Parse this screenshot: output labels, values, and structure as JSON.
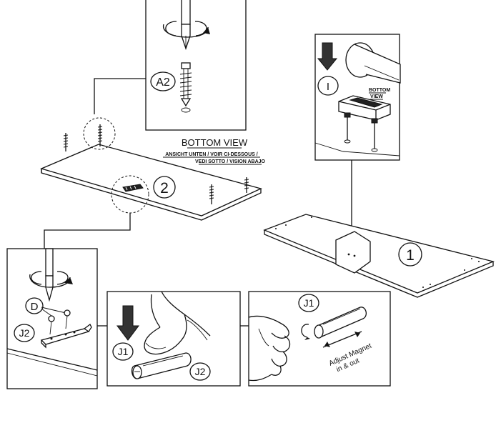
{
  "diagram": {
    "bottom_view_title": "BOTTOM VIEW",
    "bottom_view_subtitle_1": "ANSICHT UNTEN / VOIR CI-DESSOUS /",
    "bottom_view_subtitle_2": "VEDI SOTTO / VISION ABAJO",
    "inset_bottom_view_1": "BOTTOM",
    "inset_bottom_view_2": "VIEW",
    "step_2_label": "2",
    "step_1_label": "1",
    "part_a2": "A2",
    "part_i": "I",
    "part_d": "D",
    "part_j2": "J2",
    "part_j1": "J1",
    "part_j2_second": "J2",
    "part_j1_second": "J1",
    "adjust_text_1": "Adjust Magnet",
    "adjust_text_2": "in & out"
  }
}
